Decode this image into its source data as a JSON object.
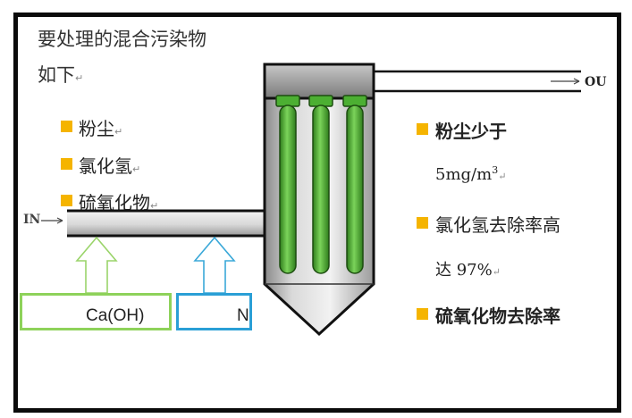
{
  "title_line1": "要处理的混合污染物",
  "title_line2": "如下",
  "left_items": [
    "粉尘",
    "氯化氢",
    "硫氧化物"
  ],
  "inlet_label": "IN",
  "outlet_label": "OU",
  "box1_label": "Ca(OH)",
  "box2_label": "N",
  "right": {
    "item1": "粉尘少于",
    "item1_value": "5mg/m",
    "item1_sup": "3",
    "item2": "氯化氢去除率高",
    "item2_value": "达 97%",
    "item3": "硫氧化物去除率"
  },
  "paragraph_mark": "↵",
  "colors": {
    "bullet": "#f5b400",
    "filter_bag": "#4caf32",
    "box1_border": "#8ed25a",
    "box2_border": "#2a9fd6",
    "arrow1": "#9ad46a",
    "arrow2": "#3aa8d8"
  }
}
